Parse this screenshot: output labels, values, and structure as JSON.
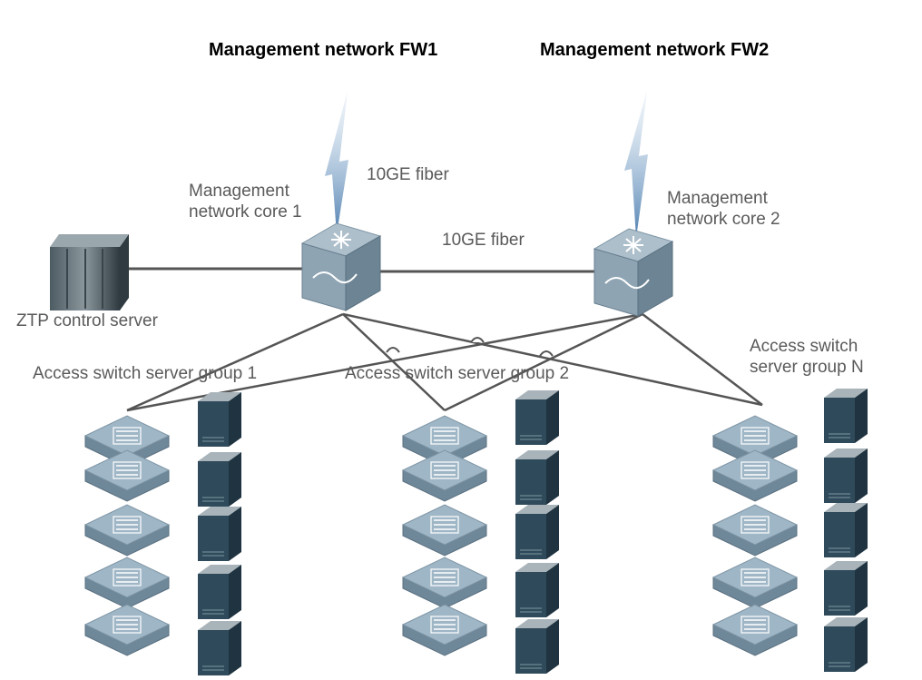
{
  "firewalls": {
    "fw1": "Management network FW1",
    "fw2": "Management network FW2"
  },
  "links": {
    "uplink_label": "10GE fiber",
    "core_link_label": "10GE fiber"
  },
  "cores": {
    "core1_line1": "Management",
    "core1_line2": "network core 1",
    "core2_line1": "Management",
    "core2_line2": "network core 2"
  },
  "server": {
    "label": "ZTP control server"
  },
  "groups": {
    "g1": "Access switch server group 1",
    "g2": "Access switch server group 2",
    "gn_line1": "Access switch",
    "gn_line2": "server group N"
  },
  "colors": {
    "link_line": "#555555",
    "lightning": "#5b86b4",
    "switch_top": "#9fb6c6",
    "switch_side": "#6f8899",
    "server_front": "#2f4a5a"
  }
}
